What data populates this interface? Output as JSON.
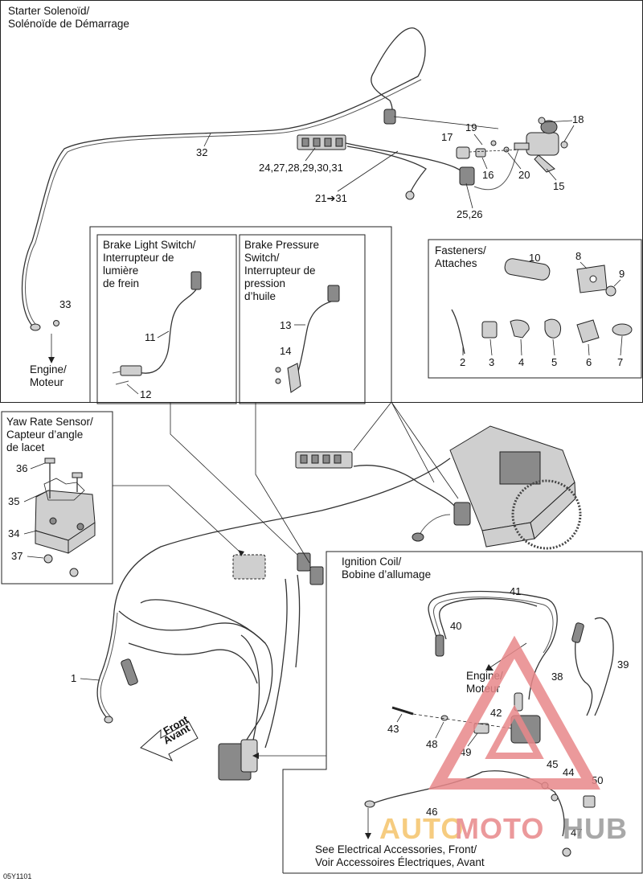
{
  "sections": {
    "starter_solenoid": [
      "Starter Solenoïd/",
      "Solénoïde de Démarrage"
    ],
    "brake_light_switch": [
      "Brake Light Switch/",
      "Interrupteur de",
      "lumière",
      "de frein"
    ],
    "brake_pressure_switch": [
      "Brake Pressure",
      "Switch/",
      "Interrupteur de",
      "pression",
      "d’huile"
    ],
    "fasteners": [
      "Fasteners/",
      "Attaches"
    ],
    "yaw_rate_sensor": [
      "Yaw Rate Sensor/",
      "Capteur d’angle",
      "de lacet"
    ],
    "ignition_coil": [
      "Ignition Coil/",
      "Bobine d’allumage"
    ]
  },
  "callouts": {
    "engine_1": [
      "Engine/",
      "Moteur"
    ],
    "engine_2": [
      "Engine/",
      "Moteur"
    ],
    "see_also": [
      "See Electrical Accessories, Front/",
      "Voir Accessoires Électriques, Avant"
    ],
    "front_arrow": [
      "Front",
      "Avant"
    ]
  },
  "part_numbers": {
    "p1": "1",
    "p2": "2",
    "p3": "3",
    "p4": "4",
    "p5": "5",
    "p6": "6",
    "p7": "7",
    "p8": "8",
    "p9": "9",
    "p10": "10",
    "p11": "11",
    "p12": "12",
    "p13": "13",
    "p14": "14",
    "p15": "15",
    "p16": "16",
    "p17": "17",
    "p18": "18",
    "p19": "19",
    "p20": "20",
    "p24_31": "24,27,28,29,30,31",
    "p21_31": "21➔31",
    "p25_26": "25,26",
    "p32": "32",
    "p33": "33",
    "p34": "34",
    "p35": "35",
    "p36": "36",
    "p37": "37",
    "p38": "38",
    "p39": "39",
    "p40": "40",
    "p41": "41",
    "p42": "42",
    "p43": "43",
    "p44": "44",
    "p45": "45",
    "p46": "46",
    "p47": "47",
    "p48": "48",
    "p49": "49",
    "p50": "50"
  },
  "figure_code": "05Y1101",
  "watermark": {
    "text_a": "AUTO",
    "text_b": "MOTO",
    "text_c": "HUB",
    "color_a": "#f5c46a",
    "color_b": "#e8888a",
    "color_c": "#9a9a9a"
  }
}
